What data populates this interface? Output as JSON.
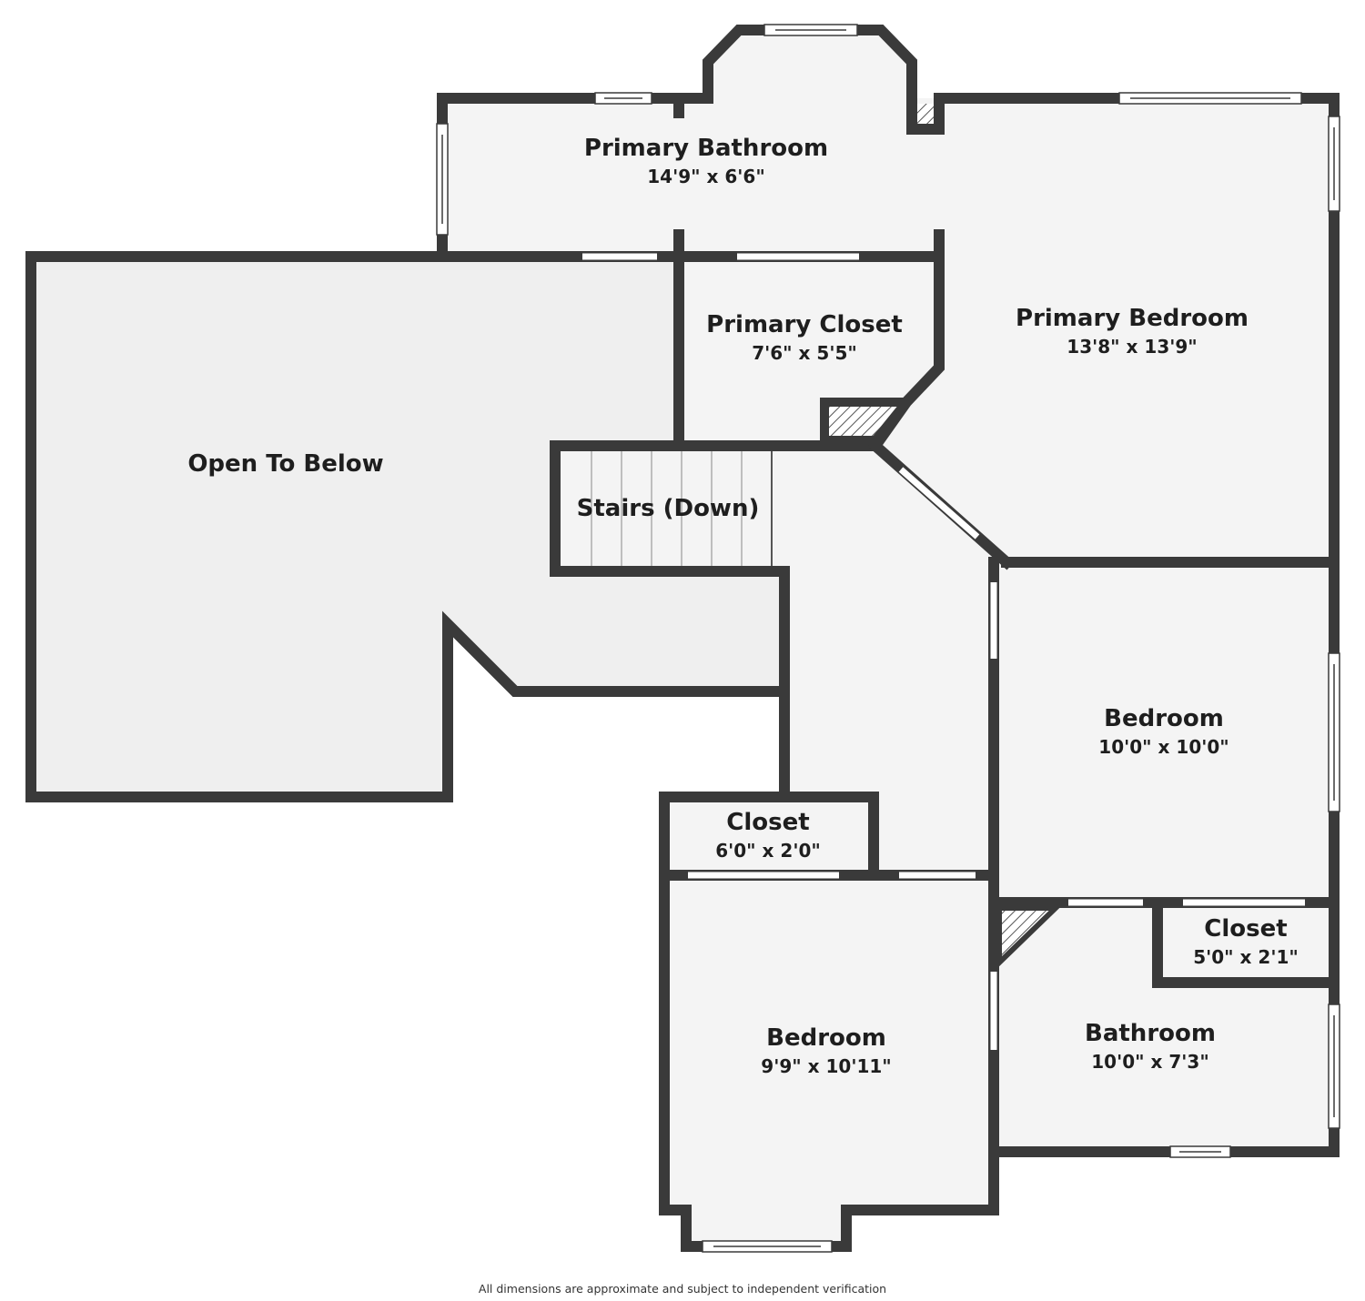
{
  "floor_plan": {
    "rooms": [
      {
        "id": "primary-bathroom",
        "name": "Primary Bathroom",
        "dims": "14'9\" x 6'6\""
      },
      {
        "id": "primary-closet",
        "name": "Primary Closet",
        "dims": "7'6\" x 5'5\""
      },
      {
        "id": "primary-bedroom",
        "name": "Primary Bedroom",
        "dims": "13'8\" x 13'9\""
      },
      {
        "id": "open-to-below",
        "name": "Open To Below",
        "dims": ""
      },
      {
        "id": "stairs",
        "name": "Stairs (Down)",
        "dims": ""
      },
      {
        "id": "bedroom-1",
        "name": "Bedroom",
        "dims": "10'0\" x 10'0\""
      },
      {
        "id": "closet-1",
        "name": "Closet",
        "dims": "6'0\" x 2'0\""
      },
      {
        "id": "closet-2",
        "name": "Closet",
        "dims": "5'0\" x 2'1\""
      },
      {
        "id": "bathroom",
        "name": "Bathroom",
        "dims": "10'0\" x 7'3\""
      },
      {
        "id": "bedroom-2",
        "name": "Bedroom",
        "dims": "9'9\" x 10'11\""
      }
    ],
    "disclaimer": "All dimensions are approximate and subject to independent verification"
  },
  "colors": {
    "wall": "#3a3a3a",
    "floor": "#f4f4f4",
    "open_area": "#efefef",
    "background": "#ffffff"
  }
}
